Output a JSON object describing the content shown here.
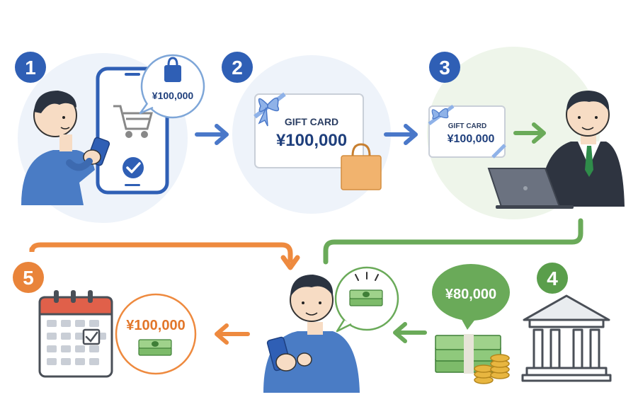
{
  "steps": [
    {
      "number": "1",
      "bubble_amount": "¥100,000",
      "color": "#2f5fb5"
    },
    {
      "number": "2",
      "card_title": "GIFT CARD",
      "card_amount": "¥100,000",
      "color": "#2f5fb5"
    },
    {
      "number": "3",
      "card_title": "GIFT CARD",
      "card_amount": "¥100,000",
      "color": "#2f5fb5"
    },
    {
      "number": "4",
      "bubble_amount": "¥80,000",
      "color": "#5a9e4b"
    },
    {
      "number": "5",
      "bubble_amount": "¥100,000",
      "color": "#e9843a"
    }
  ],
  "colors": {
    "blue": "#2f5fb5",
    "green": "#5a9e4b",
    "orange": "#e9843a",
    "arrow_blue": "#4a78c9",
    "arrow_green": "#6aaa59",
    "arrow_orange": "#ee8a3f"
  }
}
